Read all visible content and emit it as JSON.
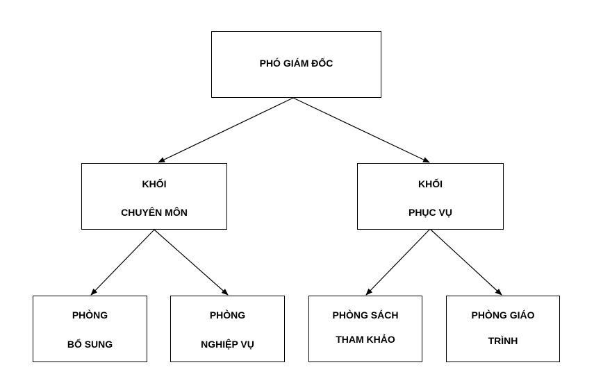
{
  "diagram": {
    "root": {
      "label": "PHÓ GIÁM ĐỐC"
    },
    "khoi_chuyen_mon": {
      "line1": "KHỐI",
      "line2": "CHUYÊN MÔN"
    },
    "khoi_phuc_vu": {
      "line1": "KHỐI",
      "line2": "PHỤC VỤ"
    },
    "phong_bo_sung": {
      "line1": "PHÒNG",
      "line2": "BỔ SUNG"
    },
    "phong_nghiep_vu": {
      "line1": "PHÒNG",
      "line2": "NGHIỆP VỤ"
    },
    "phong_sach_tham_khao": {
      "line1": "PHÒNG SÁCH",
      "line2": "THAM KHẢO"
    },
    "phong_giao_trinh": {
      "line1": "PHÒNG GIÁO",
      "line2": "TRÌNH"
    }
  }
}
